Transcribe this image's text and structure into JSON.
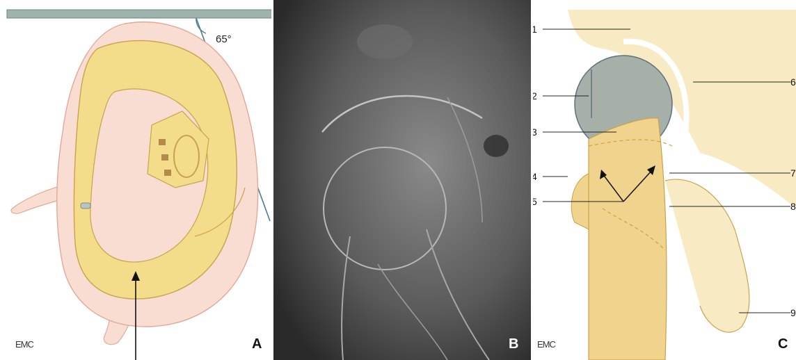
{
  "panel_a": {
    "letter": "A",
    "angle": "65°",
    "logo": "EMC"
  },
  "panel_b": {
    "letter": "B"
  },
  "panel_c": {
    "letter": "C",
    "logo": "EMC",
    "labels_left": [
      "1",
      "2",
      "3",
      "4",
      "5"
    ],
    "labels_right": [
      "6",
      "7",
      "8",
      "9"
    ]
  },
  "colors": {
    "skin": "#f9ddd2",
    "bone": "#f3dd8a",
    "bone_dark": "#e5c668",
    "head": "#a6b0a8",
    "xray_bg": "#3c3c3c",
    "table": "#9fb3ad"
  }
}
